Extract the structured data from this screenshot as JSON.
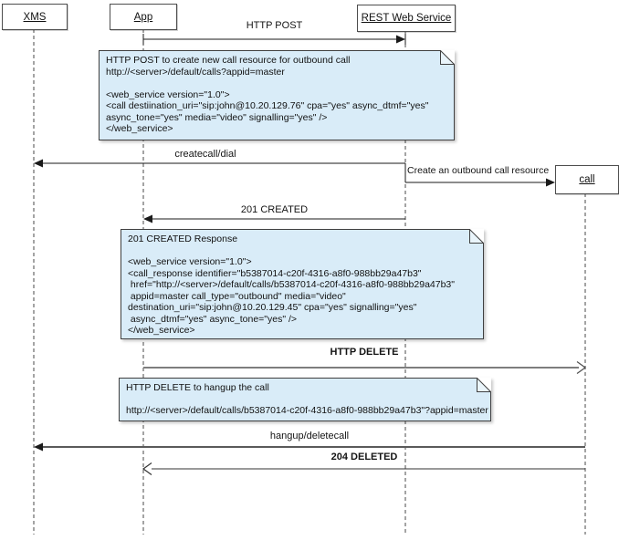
{
  "actors": {
    "xms": "XMS",
    "app": "App",
    "rest": "REST Web Service",
    "call": "call"
  },
  "messages": {
    "http_post": "HTTP POST",
    "createcall_dial": "createcall/dial",
    "create_outbound_call_resource": "Create an outbound call resource",
    "created_201": "201 CREATED",
    "http_delete": "HTTP DELETE",
    "hangup_deletecall": "hangup/deletecall",
    "deleted_204": "204 DELETED"
  },
  "notes": {
    "post_note": {
      "lines": [
        "HTTP POST to create new call resource for outbound call",
        "http://<server>/default/calls?appid=master",
        "",
        "<web_service version=\"1.0\">",
        "<call destiination_uri=\"sip:john@10.20.129.76\" cpa=\"yes\" async_dtmf=\"yes\"",
        "async_tone=\"yes\" media=\"video\" signalling=\"yes\" />",
        "</web_service>"
      ]
    },
    "created_note": {
      "lines": [
        "201 CREATED Response",
        "",
        "<web_service version=\"1.0\">",
        "<call_response identifier=\"b5387014-c20f-4316-a8f0-988bb29a47b3\"",
        " href=\"http://<server>/default/calls/b5387014-c20f-4316-a8f0-988bb29a47b3\"",
        " appid=master call_type=\"outbound\" media=\"video\"",
        "destination_uri=\"sip:john@10.20.129.45\" cpa=\"yes\" signalling=\"yes\"",
        " async_dtmf=\"yes\" async_tone=\"yes\" />",
        "</web_service>"
      ]
    },
    "delete_note": {
      "lines": [
        "HTTP DELETE to hangup the call",
        "",
        "http://<server>/default/calls/b5387014-c20f-4316-a8f0-988bb29a47b3\"?appid=master"
      ]
    }
  },
  "colors": {
    "note_fill": "#d9ecf8",
    "note_border": "#404040",
    "arrow_black": "#1a1a1a",
    "arrow_gray": "#7d7d7d",
    "lifeline": "#4a4a4a"
  }
}
